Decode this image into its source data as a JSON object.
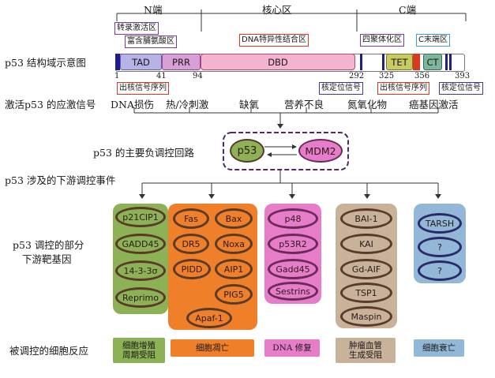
{
  "header": {
    "n_terminal": "N端",
    "core_region": "核心区",
    "c_terminal": "C端"
  },
  "annotations": {
    "transactivation": "转录激活区",
    "proline_rich": "富含脯氨酸区",
    "dna_binding": "DNA特异性结合区",
    "tetramerization": "四聚体化区",
    "c_end": "C末端区",
    "nuclear_export_1": "出核信号序列",
    "nuclear_localization_1": "核定位信号",
    "nuclear_export_2": "出核信号序列",
    "nuclear_localization_2": "核定位信号"
  },
  "domains": {
    "tad": "TAD",
    "prr": "PRR",
    "dbd": "DBD",
    "tet": "TET",
    "ct": "CT"
  },
  "positions": {
    "p1": "1",
    "p41": "41",
    "p94": "94",
    "p292": "292",
    "p325": "325",
    "p356": "356",
    "p393": "393"
  },
  "row_labels": {
    "domain_map": "p53 结构域示意图",
    "stress_signals": "激活p53 的应激信号",
    "feedback_loop": "p53 的主要负调控回路",
    "downstream_events": "p53 涉及的下游调控事件",
    "target_genes_line1": "p53 调控的部分",
    "target_genes_line2": "下游靶基因",
    "cell_responses": "被调控的细胞反应"
  },
  "stress_signals": [
    "DNA损伤",
    "热/冷刺激",
    "缺氧",
    "营养不良",
    "氮氧化物",
    "癌基因激活"
  ],
  "loop": {
    "p53": "p53",
    "mdm2": "MDM2"
  },
  "target_groups": [
    {
      "genes": [
        "p21CIP1",
        "GADD45",
        "14-3-3σ",
        "Reprimo"
      ],
      "response": "细胞增殖\n周期受阻"
    },
    {
      "genes": [
        "Fas",
        "Bax",
        "DR5",
        "Noxa",
        "PIDD",
        "AIP1",
        "PIG5",
        "Apaf-1"
      ],
      "response": "细胞凋亡"
    },
    {
      "genes": [
        "p48",
        "p53R2",
        "Gadd45",
        "Sestrins"
      ],
      "response": "DNA 修复"
    },
    {
      "genes": [
        "BAI-1",
        "KAI",
        "Gd-AIF",
        "TSP1",
        "Maspin"
      ],
      "response": "肿瘤血管\n生成受阻"
    },
    {
      "genes": [
        "TARSH",
        "?",
        "?"
      ],
      "response": "细胞衰亡"
    }
  ],
  "colors": {
    "green": "#8db255",
    "orange": "#f07f2a",
    "pink": "#e77dc9",
    "tan": "#c9b29a",
    "blue": "#93b7d6",
    "dbd": "#f4b3cf",
    "tad": "#b7b3e6",
    "prr": "#d8a0d6",
    "tet": "#c8cb62",
    "ct": "#7eb69c"
  }
}
